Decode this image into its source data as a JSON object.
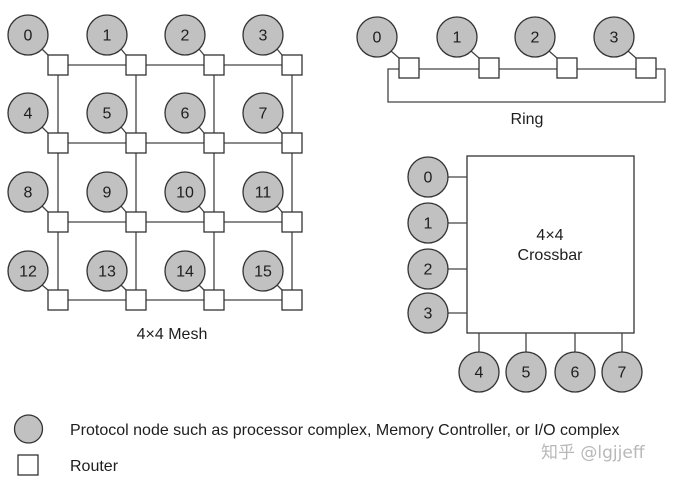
{
  "mesh": {
    "label": "4×4 Mesh",
    "rows": 4,
    "cols": 4,
    "nodes": [
      "0",
      "1",
      "2",
      "3",
      "4",
      "5",
      "6",
      "7",
      "8",
      "9",
      "10",
      "11",
      "12",
      "13",
      "14",
      "15"
    ]
  },
  "ring": {
    "label": "Ring",
    "nodes": [
      "0",
      "1",
      "2",
      "3"
    ]
  },
  "crossbar": {
    "label_line1": "4×4",
    "label_line2": "Crossbar",
    "left_nodes": [
      "0",
      "1",
      "2",
      "3"
    ],
    "bottom_nodes": [
      "4",
      "5",
      "6",
      "7"
    ]
  },
  "legend": {
    "node_text": "Protocol node such as processor complex, Memory Controller, or I/O complex",
    "router_text": "Router"
  },
  "watermark": "知乎 @lgjjeff",
  "colors": {
    "node_fill": "#c1c1c1",
    "stroke": "#333333",
    "router_fill": "#ffffff"
  }
}
